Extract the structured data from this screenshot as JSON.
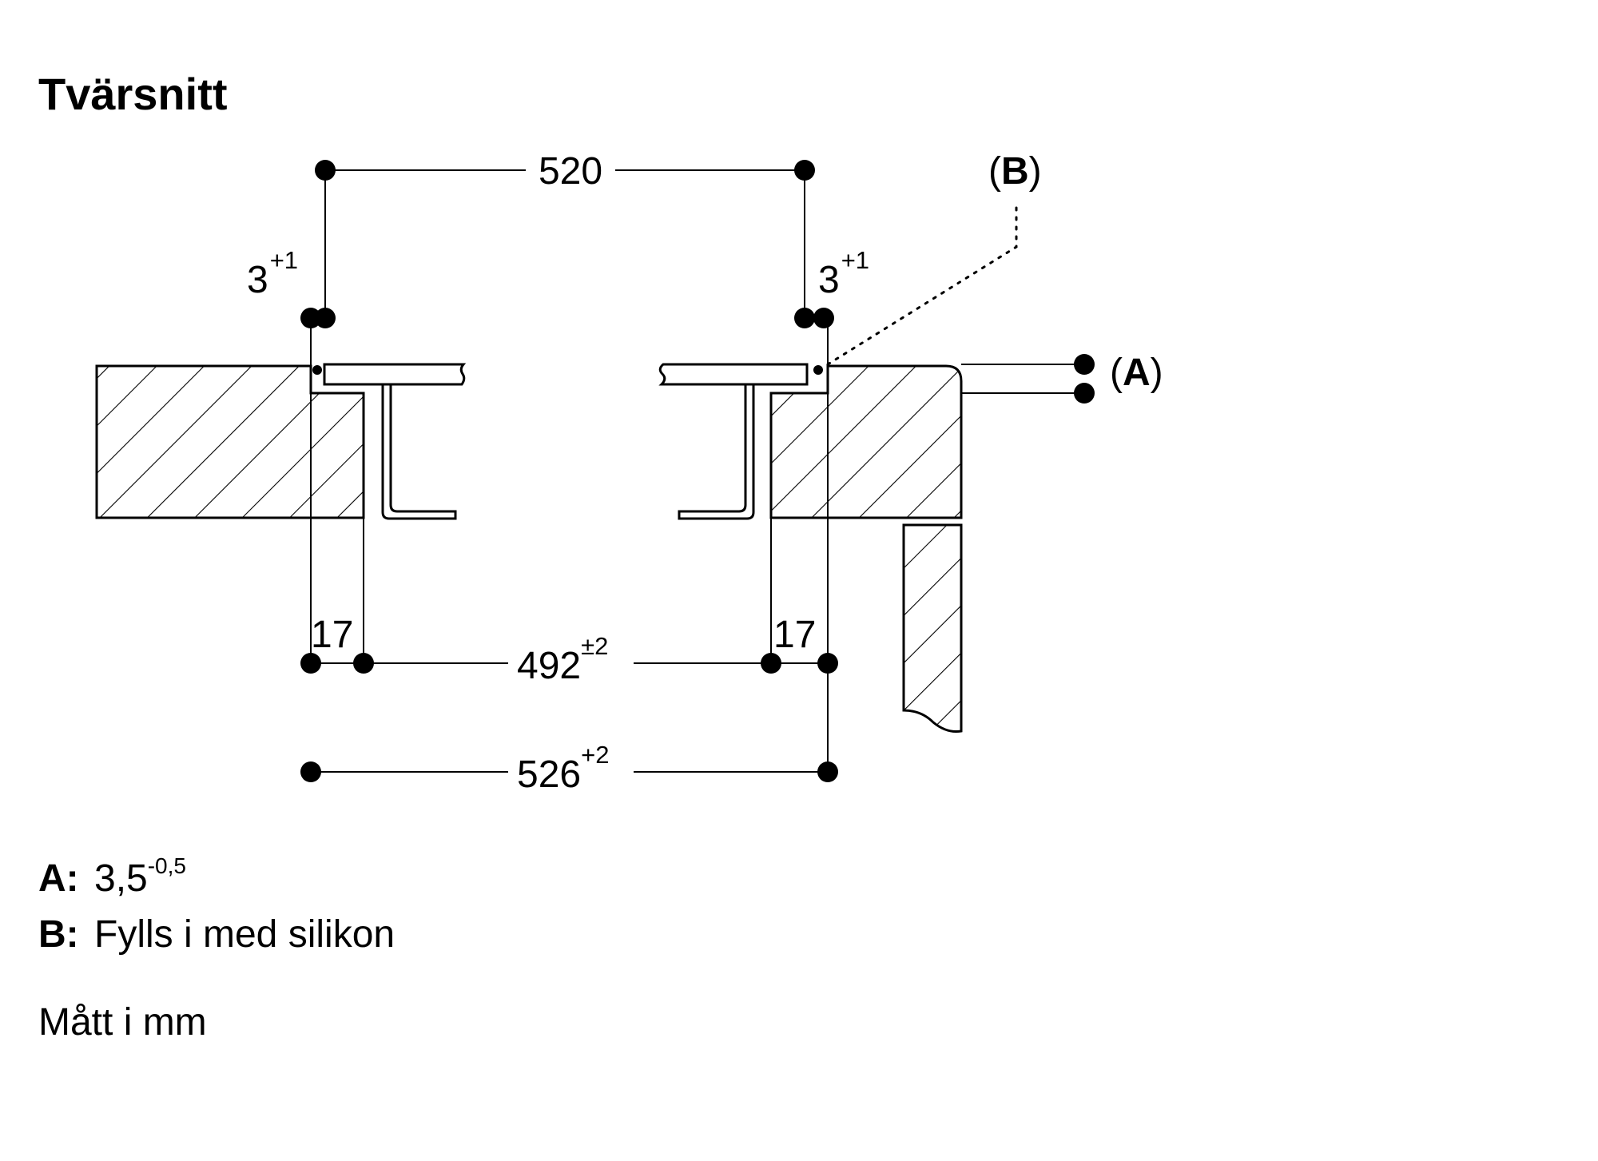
{
  "title": "Tvärsnitt",
  "dimensions": {
    "top_width": {
      "value": "520"
    },
    "gap_left": {
      "value": "3",
      "tol": "+1"
    },
    "gap_right": {
      "value": "3",
      "tol": "+1"
    },
    "ledge_left": {
      "value": "17"
    },
    "ledge_right": {
      "value": "17"
    },
    "inner_width": {
      "value": "492",
      "tol": "±2"
    },
    "outer_width": {
      "value": "526",
      "tol": "+2"
    }
  },
  "callouts": {
    "a": {
      "open": "(",
      "letter": "A",
      "close": ")"
    },
    "b": {
      "open": "(",
      "letter": "B",
      "close": ")"
    }
  },
  "legend": [
    {
      "key": "A:",
      "value": "3,5",
      "sup": "-0,5"
    },
    {
      "key": "B:",
      "value": "Fylls i med silikon",
      "sup": ""
    }
  ],
  "units_note": "Mått i mm",
  "colors": {
    "ink": "#000000",
    "background": "#ffffff"
  }
}
